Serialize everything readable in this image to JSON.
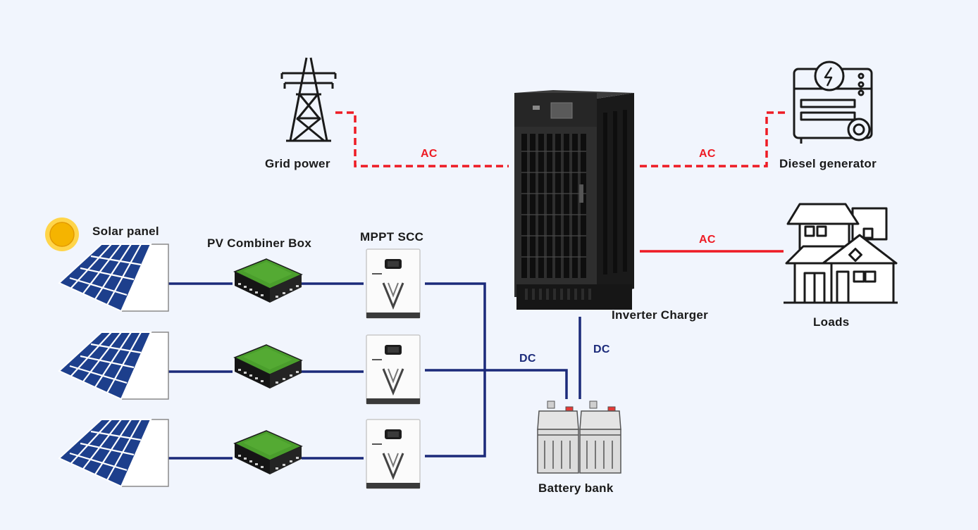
{
  "labels": {
    "grid_power": "Grid power",
    "diesel_generator": "Diesel generator",
    "inverter_charger": "Inverter Charger",
    "loads": "Loads",
    "solar_panel": "Solar panel",
    "pv_combiner_box": "PV Combiner Box",
    "mppt_scc": "MPPT SCC",
    "battery_bank": "Battery bank"
  },
  "connections": {
    "grid_ac": "AC",
    "generator_ac": "AC",
    "loads_ac": "AC",
    "scc_dc": "DC",
    "inverter_dc": "DC"
  },
  "colors": {
    "background": "#f1f5fd",
    "ac_line": "#ee1b24",
    "dc_line": "#1b2a7a",
    "panel_blue": "#1d3f8c",
    "combiner_green": "#3c9a2a",
    "cabinet": "#2b2b2b"
  },
  "icons": [
    "sun-icon",
    "transmission-tower-icon",
    "generator-icon",
    "house-icon",
    "battery-icon"
  ]
}
